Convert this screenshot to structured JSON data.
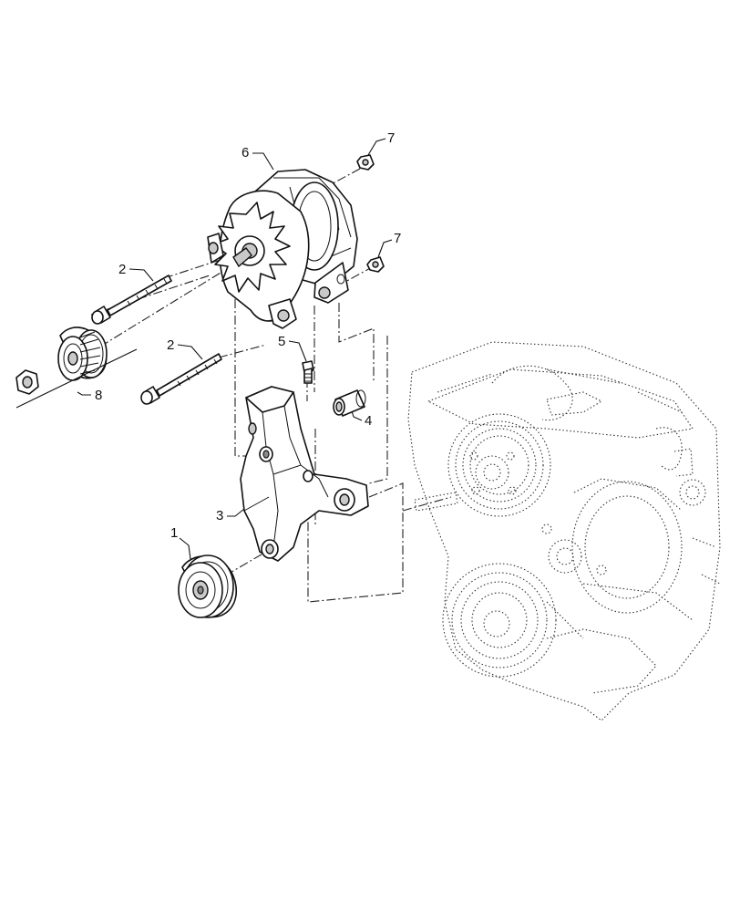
{
  "callouts": {
    "c1": "1",
    "c2a": "2",
    "c2b": "2",
    "c3": "3",
    "c4": "4",
    "c5": "5",
    "c6": "6",
    "c7a": "7",
    "c7b": "7",
    "c8": "8"
  }
}
